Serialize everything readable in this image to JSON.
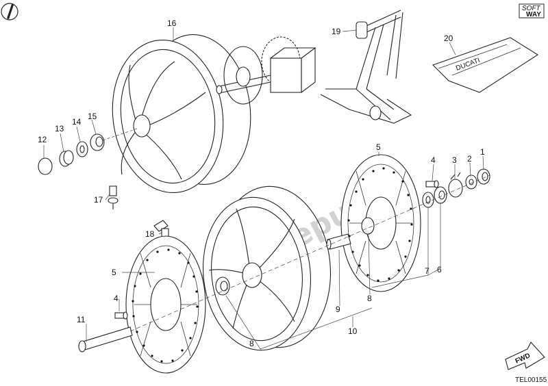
{
  "diagram": {
    "watermark": "PartsRepublik",
    "brand_badge_top": "SOFT",
    "brand_badge_bottom": "WAY",
    "mat_text": "DUCATI",
    "fwd_label": "FWD",
    "drawing_code": "TEL00155",
    "callouts": [
      "1",
      "2",
      "3",
      "4",
      "4",
      "5",
      "5",
      "6",
      "7",
      "8",
      "8",
      "9",
      "10",
      "11",
      "12",
      "13",
      "14",
      "15",
      "16",
      "17",
      "18",
      "19",
      "20"
    ]
  }
}
